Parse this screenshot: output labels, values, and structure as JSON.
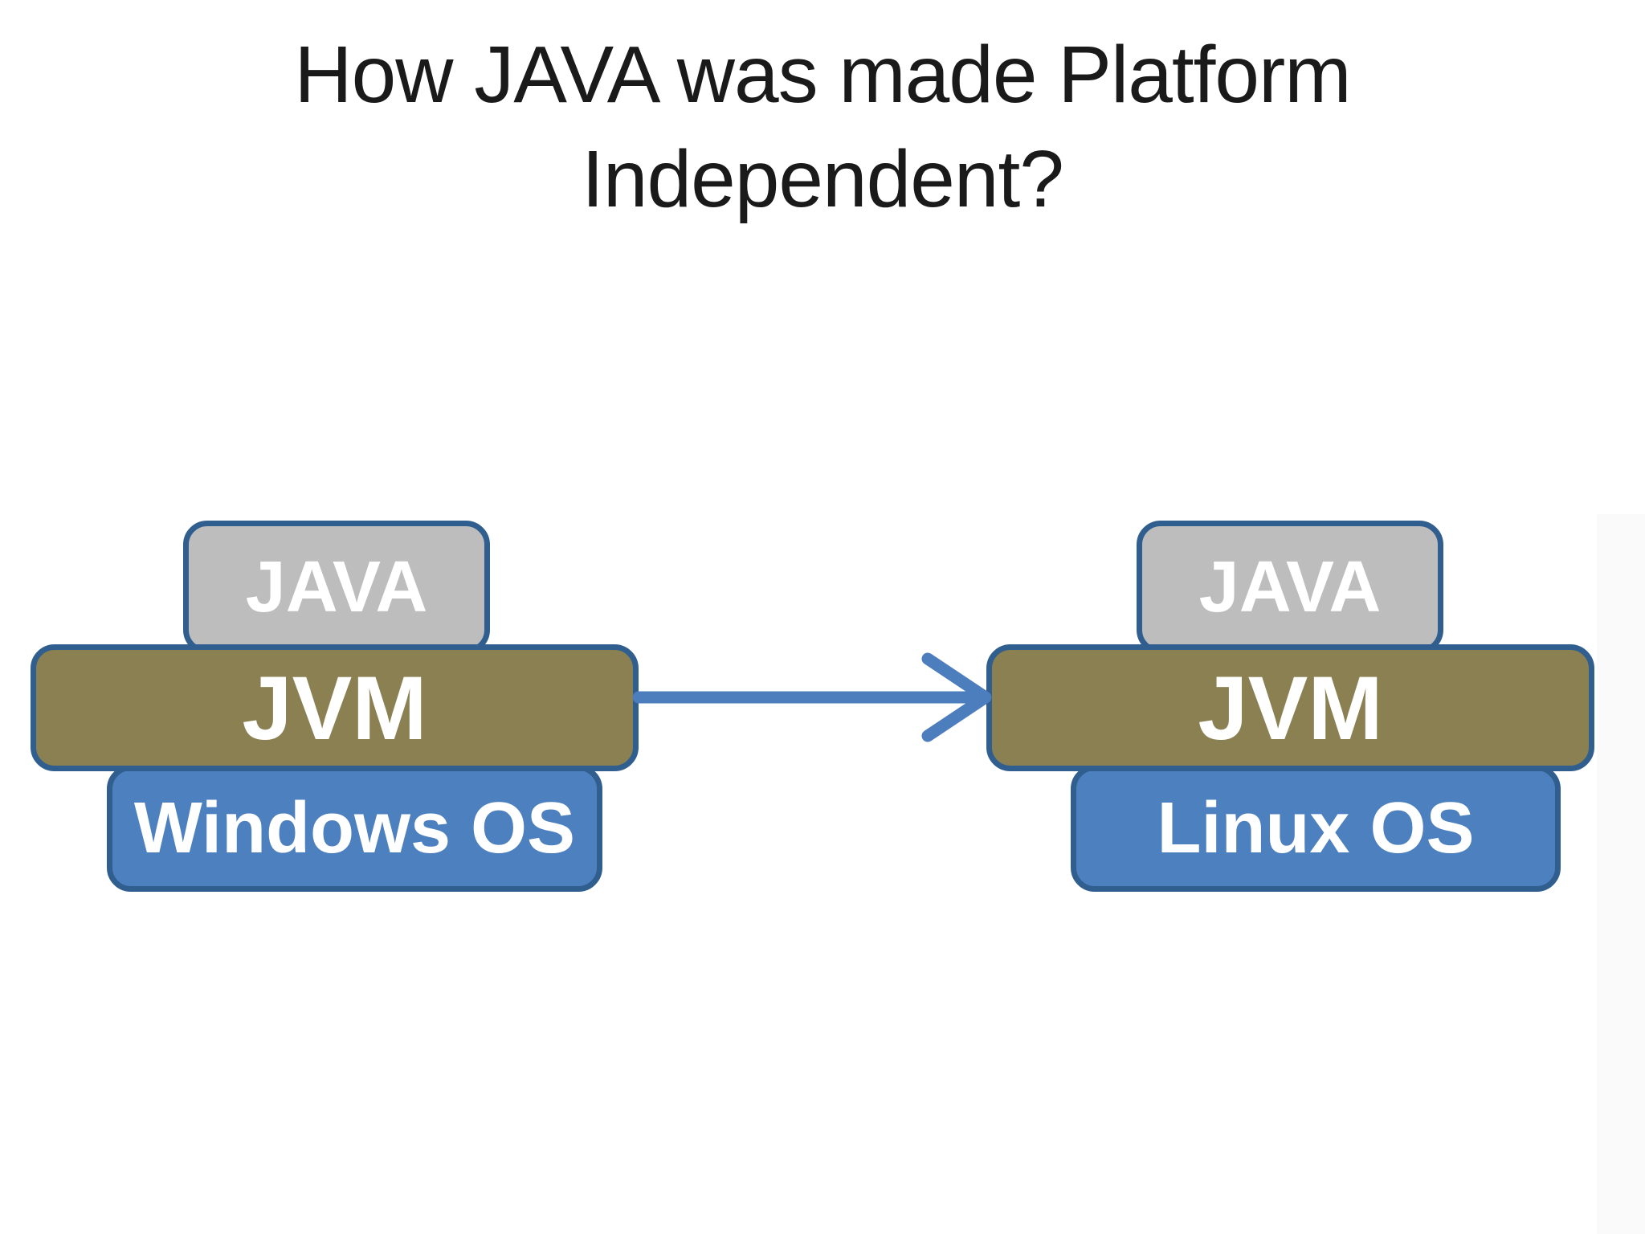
{
  "title": {
    "line1": "How JAVA was made Platform",
    "line2": "Independent?"
  },
  "left_stack": {
    "app": "JAVA",
    "vm": "JVM",
    "os": "Windows OS"
  },
  "right_stack": {
    "app": "JAVA",
    "vm": "JVM",
    "os": "Linux OS"
  },
  "arrow": {
    "direction": "left-to-right",
    "color": "#4c7dbd"
  },
  "colors": {
    "background": "#ffffff",
    "title_text": "#1a1a1a",
    "java_fill": "#bdbdbd",
    "jvm_fill": "#8a8051",
    "os_fill": "#4d80bf",
    "box_border": "#305e8e",
    "box_text": "#ffffff"
  }
}
